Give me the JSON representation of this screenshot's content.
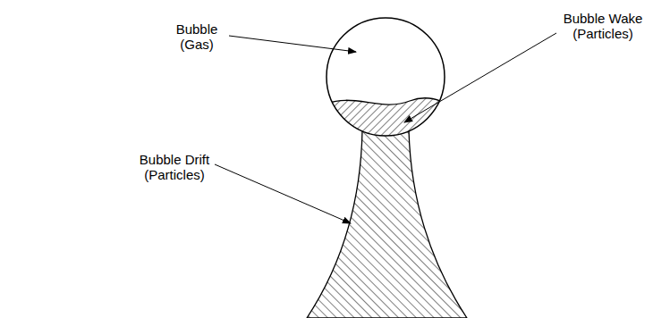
{
  "diagram": {
    "labels": [
      "Bubble (Gas)",
      "Bubble Wake (Particles)",
      "Bubble Drift (Particles)"
    ]
  }
}
